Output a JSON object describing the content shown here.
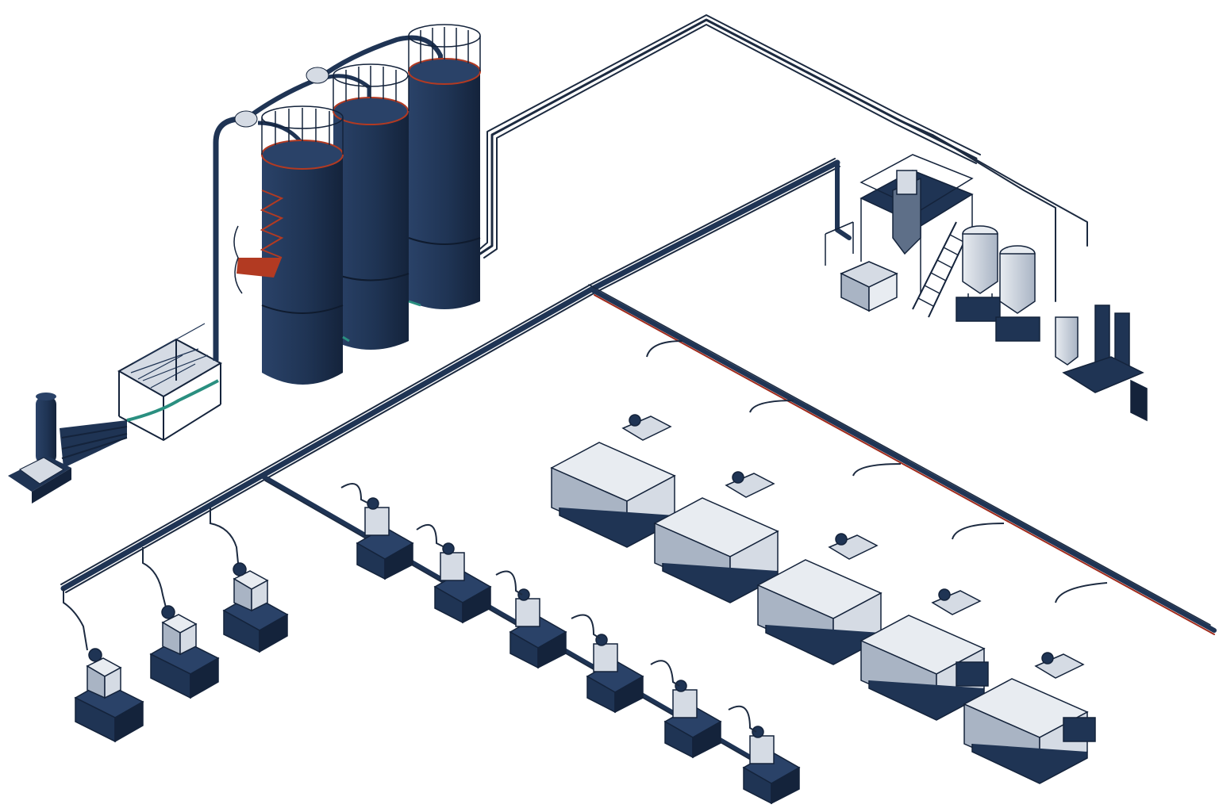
{
  "diagram": {
    "subject": "central-material-conveying-system",
    "components": [
      {
        "id": "blower",
        "icon": "vacuum-pump-icon"
      },
      {
        "id": "filter-table",
        "icon": "filter-rack-icon"
      },
      {
        "id": "silo-1",
        "icon": "silo-icon"
      },
      {
        "id": "silo-2",
        "icon": "silo-icon"
      },
      {
        "id": "silo-3",
        "icon": "silo-icon"
      },
      {
        "id": "drying-station",
        "icon": "dryer-icon"
      },
      {
        "id": "left-line-loaders",
        "icon": "hopper-loader-icon",
        "count": 3
      },
      {
        "id": "middle-line-units",
        "icon": "hopper-loader-icon",
        "count": 6
      },
      {
        "id": "molding-machines",
        "icon": "injection-molding-machine-icon",
        "count": 5
      }
    ]
  },
  "colors": {
    "navy": "#1f3454",
    "navy_dark": "#14233b",
    "steel": "#a9b4c4",
    "steel_light": "#d5dbe4",
    "red_accent": "#b23a22",
    "teal_accent": "#2a8f80",
    "pipe": "#1c2a40",
    "background": "#ffffff"
  }
}
